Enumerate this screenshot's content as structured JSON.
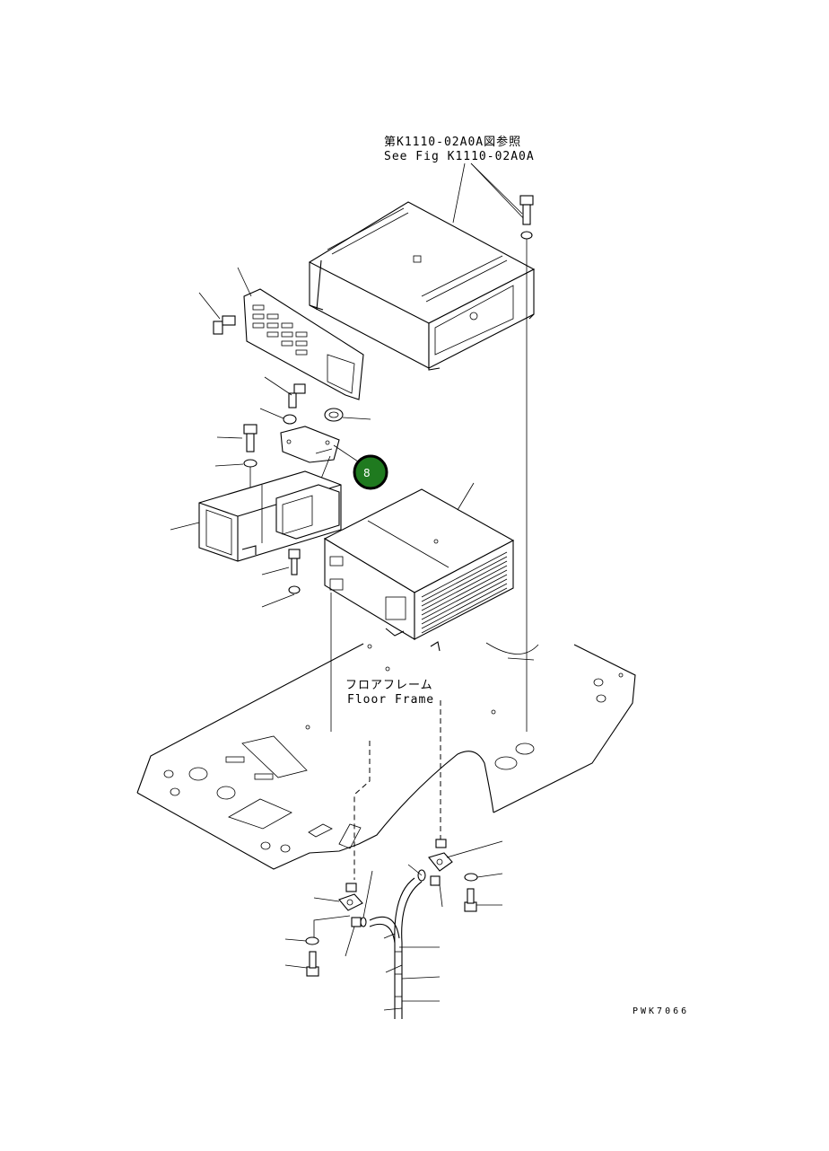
{
  "references": {
    "see_fig_jp": "第K1110-02A0A図参照",
    "see_fig_en": "See Fig K1110-02A0A",
    "floor_frame_jp": "フロアフレーム",
    "floor_frame_en": "Floor Frame"
  },
  "callout": {
    "number": "8",
    "color": "#1f7a1f"
  },
  "drawing_code": "PWK7066"
}
